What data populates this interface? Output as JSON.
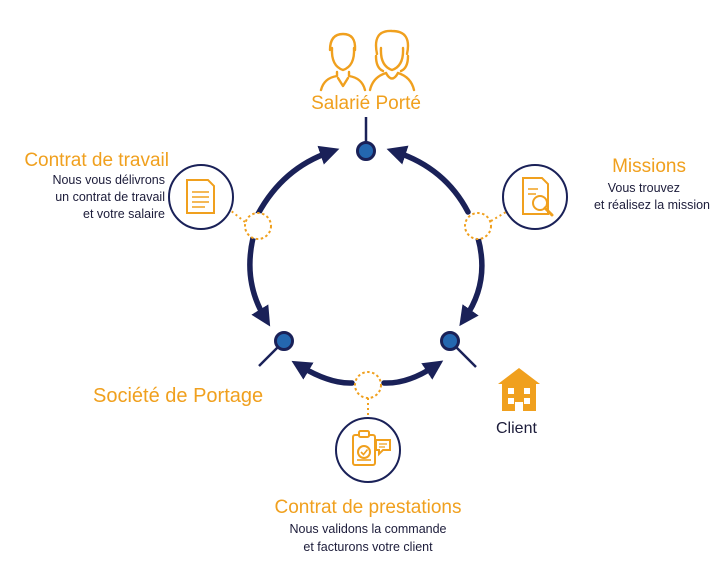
{
  "colors": {
    "navy": "#1a2158",
    "node_fill": "#2467b0",
    "orange": "#f0a01e",
    "text_dark": "#1c1c3a"
  },
  "actors": {
    "salarie_porte": {
      "label": "Salarié Porté",
      "icon": "two-people-icon"
    },
    "societe_portage": {
      "label": "Société de Portage"
    },
    "client": {
      "label": "Client",
      "icon": "building-icon"
    }
  },
  "steps": {
    "contrat_travail": {
      "title": "Contrat de travail",
      "line1": "Nous vous délivrons",
      "line2": "un contrat de travail",
      "line3": "et votre salaire",
      "icon": "document-icon"
    },
    "missions": {
      "title": "Missions",
      "line1": "Vous trouvez",
      "line2": "et réalisez la mission",
      "icon": "document-search-icon"
    },
    "contrat_prestations": {
      "title": "Contrat de prestations",
      "line1": "Nous validons la commande",
      "line2": "et facturons votre client",
      "icon": "clipboard-check-icon"
    }
  }
}
